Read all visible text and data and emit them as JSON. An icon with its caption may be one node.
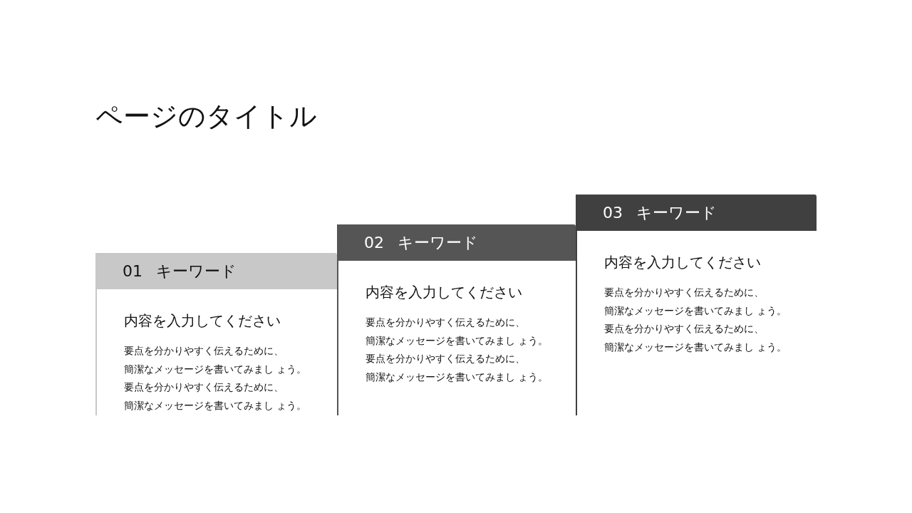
{
  "diagram": {
    "title": "ページのタイトル",
    "nodes": [
      {
        "text": [
          "01 キーワード",
          "内容を入力してください",
          "要点を分かりやすく伝えるために、簡潔なメッセージを書いてみまし ょう。要点を分かりやすく伝えるために、簡潔なメッセージを書いてみまし ょう。"
        ]
      },
      {
        "text": [
          "02 キーワード",
          "内容を入力してください",
          "要点を分かりやすく伝えるために、簡潔なメッセージを書いてみまし ょう。要点を分かりやすく伝えるために、簡潔なメッセージを書いてみまし ょう。"
        ]
      },
      {
        "text": [
          "03 キーワード",
          "内容を入力してください",
          "要点を分かりやすく伝えるために、簡潔なメッセージを書いてみまし ょう。要点を分かりやすく伝えるために、簡潔なメッセージを書いてみまし ょう。"
        ]
      }
    ],
    "edges": []
  }
}
